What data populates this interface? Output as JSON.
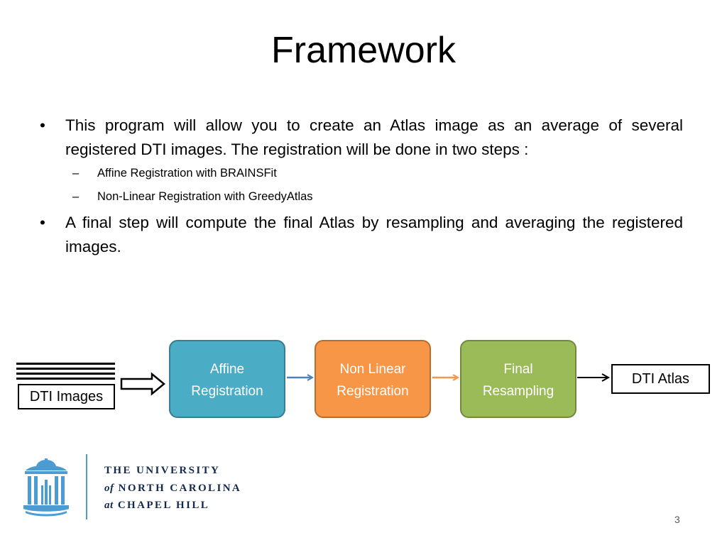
{
  "slide": {
    "title": "Framework",
    "page_number": "3"
  },
  "bullets": [
    {
      "marker": "•",
      "text": "This program will allow you to create an Atlas image as an average of several registered DTI images. The registration will be done in two steps :",
      "subitems": [
        {
          "marker": "–",
          "text": "Affine Registration with BRAINSFit"
        },
        {
          "marker": "–",
          "text": "Non-Linear Registration with GreedyAtlas"
        }
      ]
    },
    {
      "marker": "•",
      "text": "A final step will compute the final Atlas by resampling and averaging the registered images."
    }
  ],
  "diagram": {
    "input_label": "DTI Images",
    "steps": [
      {
        "line1": "Affine",
        "line2": "Registration",
        "color": "#4BACC6"
      },
      {
        "line1": "Non Linear",
        "line2": "Registration",
        "color": "#F79646"
      },
      {
        "line1": "Final",
        "line2": "Resampling",
        "color": "#9BBB59"
      }
    ],
    "output_label": "DTI Atlas",
    "arrow_colors": [
      "#4F81BD",
      "#F79646",
      "#000000"
    ]
  },
  "logo": {
    "line1": "THE UNIVERSITY",
    "line2_prefix": "of",
    "line2_main": "NORTH CAROLINA",
    "line3_prefix": "at",
    "line3_main": "CHAPEL HILL",
    "icon": "old-well-icon",
    "color": "#4B9CD3",
    "text_color": "#13294B"
  }
}
